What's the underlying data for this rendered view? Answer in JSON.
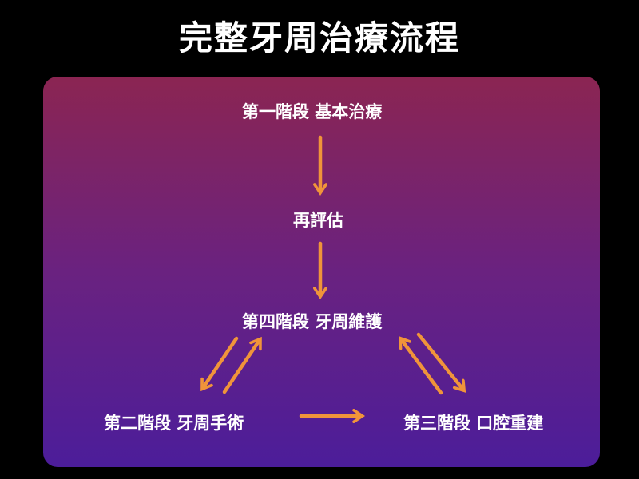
{
  "title": "完整牙周治療流程",
  "colors": {
    "background": "#000000",
    "panel_top": "#8b2552",
    "panel_bottom": "#4c1d9a",
    "arrow": "#f0943a",
    "text": "#ffffff"
  },
  "nodes": {
    "phase1": "第一階段 基本治療",
    "reevaluation": "再評估",
    "phase4": "第四階段 牙周維護",
    "phase2": "第二階段 牙周手術",
    "phase3": "第三階段 口腔重建"
  }
}
